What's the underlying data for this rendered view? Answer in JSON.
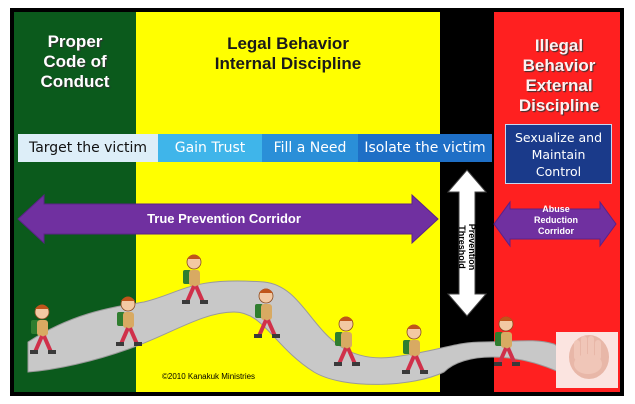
{
  "headers": {
    "conduct": "Proper\nCode of\nConduct",
    "legal": "Legal Behavior\nInternal Discipline",
    "illegal": "Illegal\nBehavior\nExternal\nDiscipline"
  },
  "steps": [
    {
      "label": "Target the victim",
      "bg": "#ddeef8",
      "color": "#111111"
    },
    {
      "label": "Gain Trust",
      "bg": "#3fb5ea",
      "color": "#ffffff"
    },
    {
      "label": "Fill a Need",
      "bg": "#2a8fd8",
      "color": "#ffffff"
    },
    {
      "label": "Isolate the victim",
      "bg": "#1e6fc6",
      "color": "#ffffff"
    },
    {
      "label": "Sexualize and\nMaintain\nControl",
      "bg": "#1a3a8a",
      "color": "#ffffff"
    }
  ],
  "arrows": {
    "prevention_corridor": "True Prevention Corridor",
    "threshold": "Prevention Threshold",
    "abuse_reduction": "Abuse\nReduction\nCorridor"
  },
  "copyright": "©2010 Kanakuk Ministries",
  "colors": {
    "green": "#0b5a1c",
    "yellow": "#ffff00",
    "black": "#000000",
    "red": "#ff2020",
    "purple": "#7030a0",
    "path": "#c8c8c8"
  },
  "figures": [
    {
      "name": "walking-boy-1"
    },
    {
      "name": "walking-boy-2"
    },
    {
      "name": "walking-boy-3"
    },
    {
      "name": "walking-boy-4"
    },
    {
      "name": "walking-boy-5"
    },
    {
      "name": "walking-boy-6"
    },
    {
      "name": "walking-boy-7"
    }
  ],
  "stop_image": "hand-stop-photo"
}
